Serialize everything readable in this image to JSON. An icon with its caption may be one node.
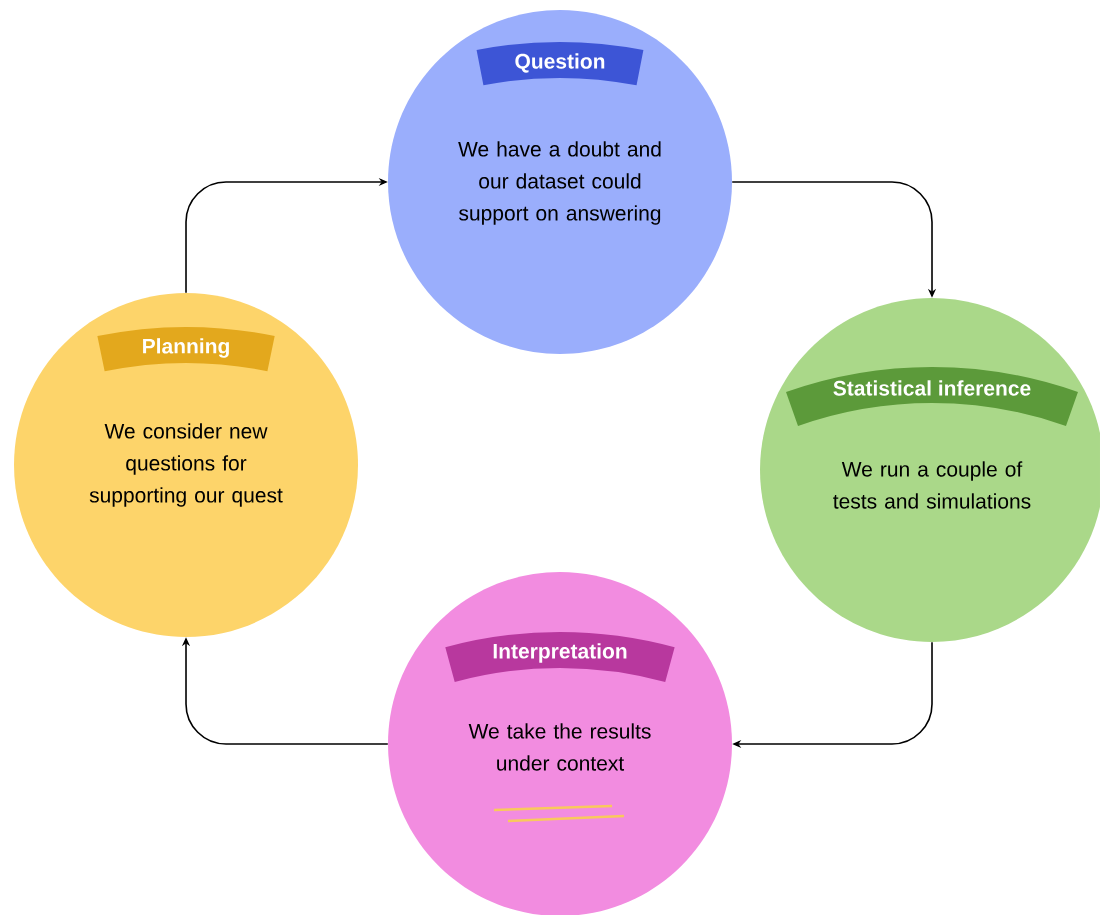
{
  "diagram": {
    "nodes": [
      {
        "text": [
          "Question",
          "We have a doubt and our dataset could support on answering"
        ]
      },
      {
        "text": [
          "Planning",
          "We consider new questions for supporting our quest"
        ]
      },
      {
        "text": [
          "Statistical inference",
          "We run a couple of tests and simulations"
        ]
      },
      {
        "text": [
          "Interpretation",
          "We take the results under context"
        ]
      }
    ],
    "edges": [
      {
        "from": 1,
        "to": 0,
        "arrow": "to"
      },
      {
        "from": 0,
        "to": 2,
        "arrow": "to"
      },
      {
        "from": 2,
        "to": 3,
        "arrow": "to"
      },
      {
        "from": 3,
        "to": 1,
        "arrow": "to"
      }
    ]
  }
}
